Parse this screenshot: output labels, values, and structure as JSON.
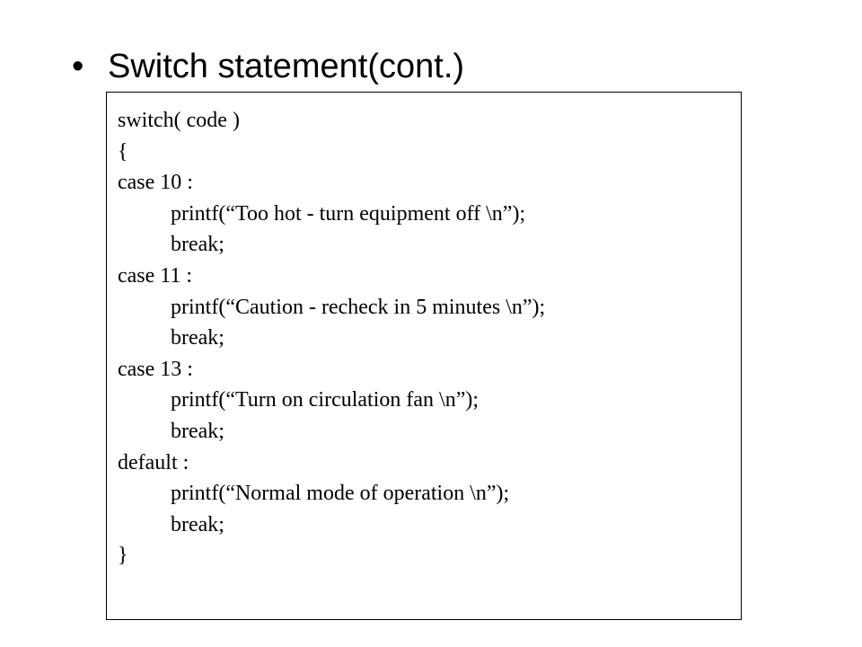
{
  "slide": {
    "bullet": "•",
    "title": "Switch statement(cont.)"
  },
  "code": {
    "lines": [
      {
        "text": "switch( code )",
        "indent": 0
      },
      {
        "text": "{",
        "indent": 0
      },
      {
        "text": "case 10 :",
        "indent": 0
      },
      {
        "text": "printf(“Too hot - turn equipment off \\n”);",
        "indent": 1
      },
      {
        "text": "break;",
        "indent": 1
      },
      {
        "text": "case 11 :",
        "indent": 0
      },
      {
        "text": "printf(“Caution - recheck in 5 minutes \\n”);",
        "indent": 1
      },
      {
        "text": "break;",
        "indent": 1
      },
      {
        "text": "case 13 :",
        "indent": 0
      },
      {
        "text": "printf(“Turn on circulation fan \\n”);",
        "indent": 1
      },
      {
        "text": "break;",
        "indent": 1
      },
      {
        "text": "default :",
        "indent": 0
      },
      {
        "text": "printf(“Normal mode of operation \\n”);",
        "indent": 1
      },
      {
        "text": "break;",
        "indent": 1
      },
      {
        "text": "}",
        "indent": 0
      }
    ]
  }
}
